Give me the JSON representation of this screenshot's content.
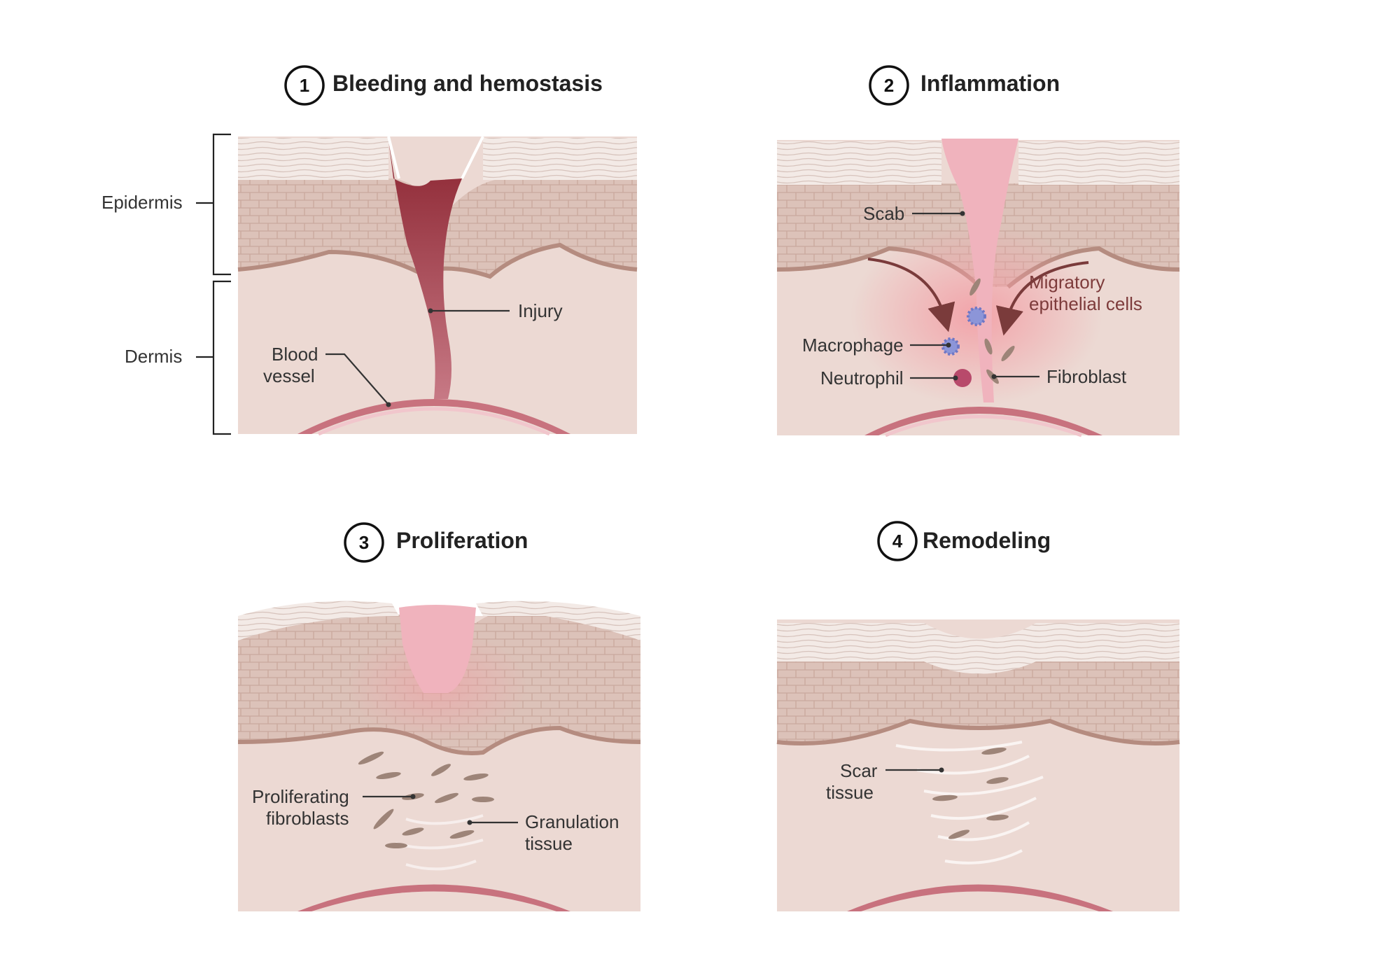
{
  "panels": [
    {
      "number": "1",
      "title": "Bleeding and hemostasis"
    },
    {
      "number": "2",
      "title": "Inflammation"
    },
    {
      "number": "3",
      "title": "Proliferation"
    },
    {
      "number": "4",
      "title": "Remodeling"
    }
  ],
  "layers": {
    "epidermis": "Epidermis",
    "dermis": "Dermis"
  },
  "labels": {
    "injury": "Injury",
    "blood_vessel": [
      "Blood",
      "vessel"
    ],
    "scab": "Scab",
    "migratory": [
      "Migratory",
      "epithelial cells"
    ],
    "macrophage": "Macrophage",
    "neutrophil": "Neutrophil",
    "fibroblast": "Fibroblast",
    "proliferating": [
      "Proliferating",
      "fibroblasts"
    ],
    "granulation": [
      "Granulation",
      "tissue"
    ],
    "scar": [
      "Scar",
      "tissue"
    ]
  },
  "colors": {
    "dermis": "#ecd9d3",
    "epidermis": "#d9bfb6",
    "stratum_corneum": "#f4ece8",
    "vessel_wall": "#c8727e",
    "blood": "#8b2430",
    "scab": "#f0b3bd",
    "arrow": "#7a3b3b",
    "macrophage": "#8c95d8",
    "neutrophil": "#b84a6b",
    "fibroblast": "#9d8478"
  }
}
